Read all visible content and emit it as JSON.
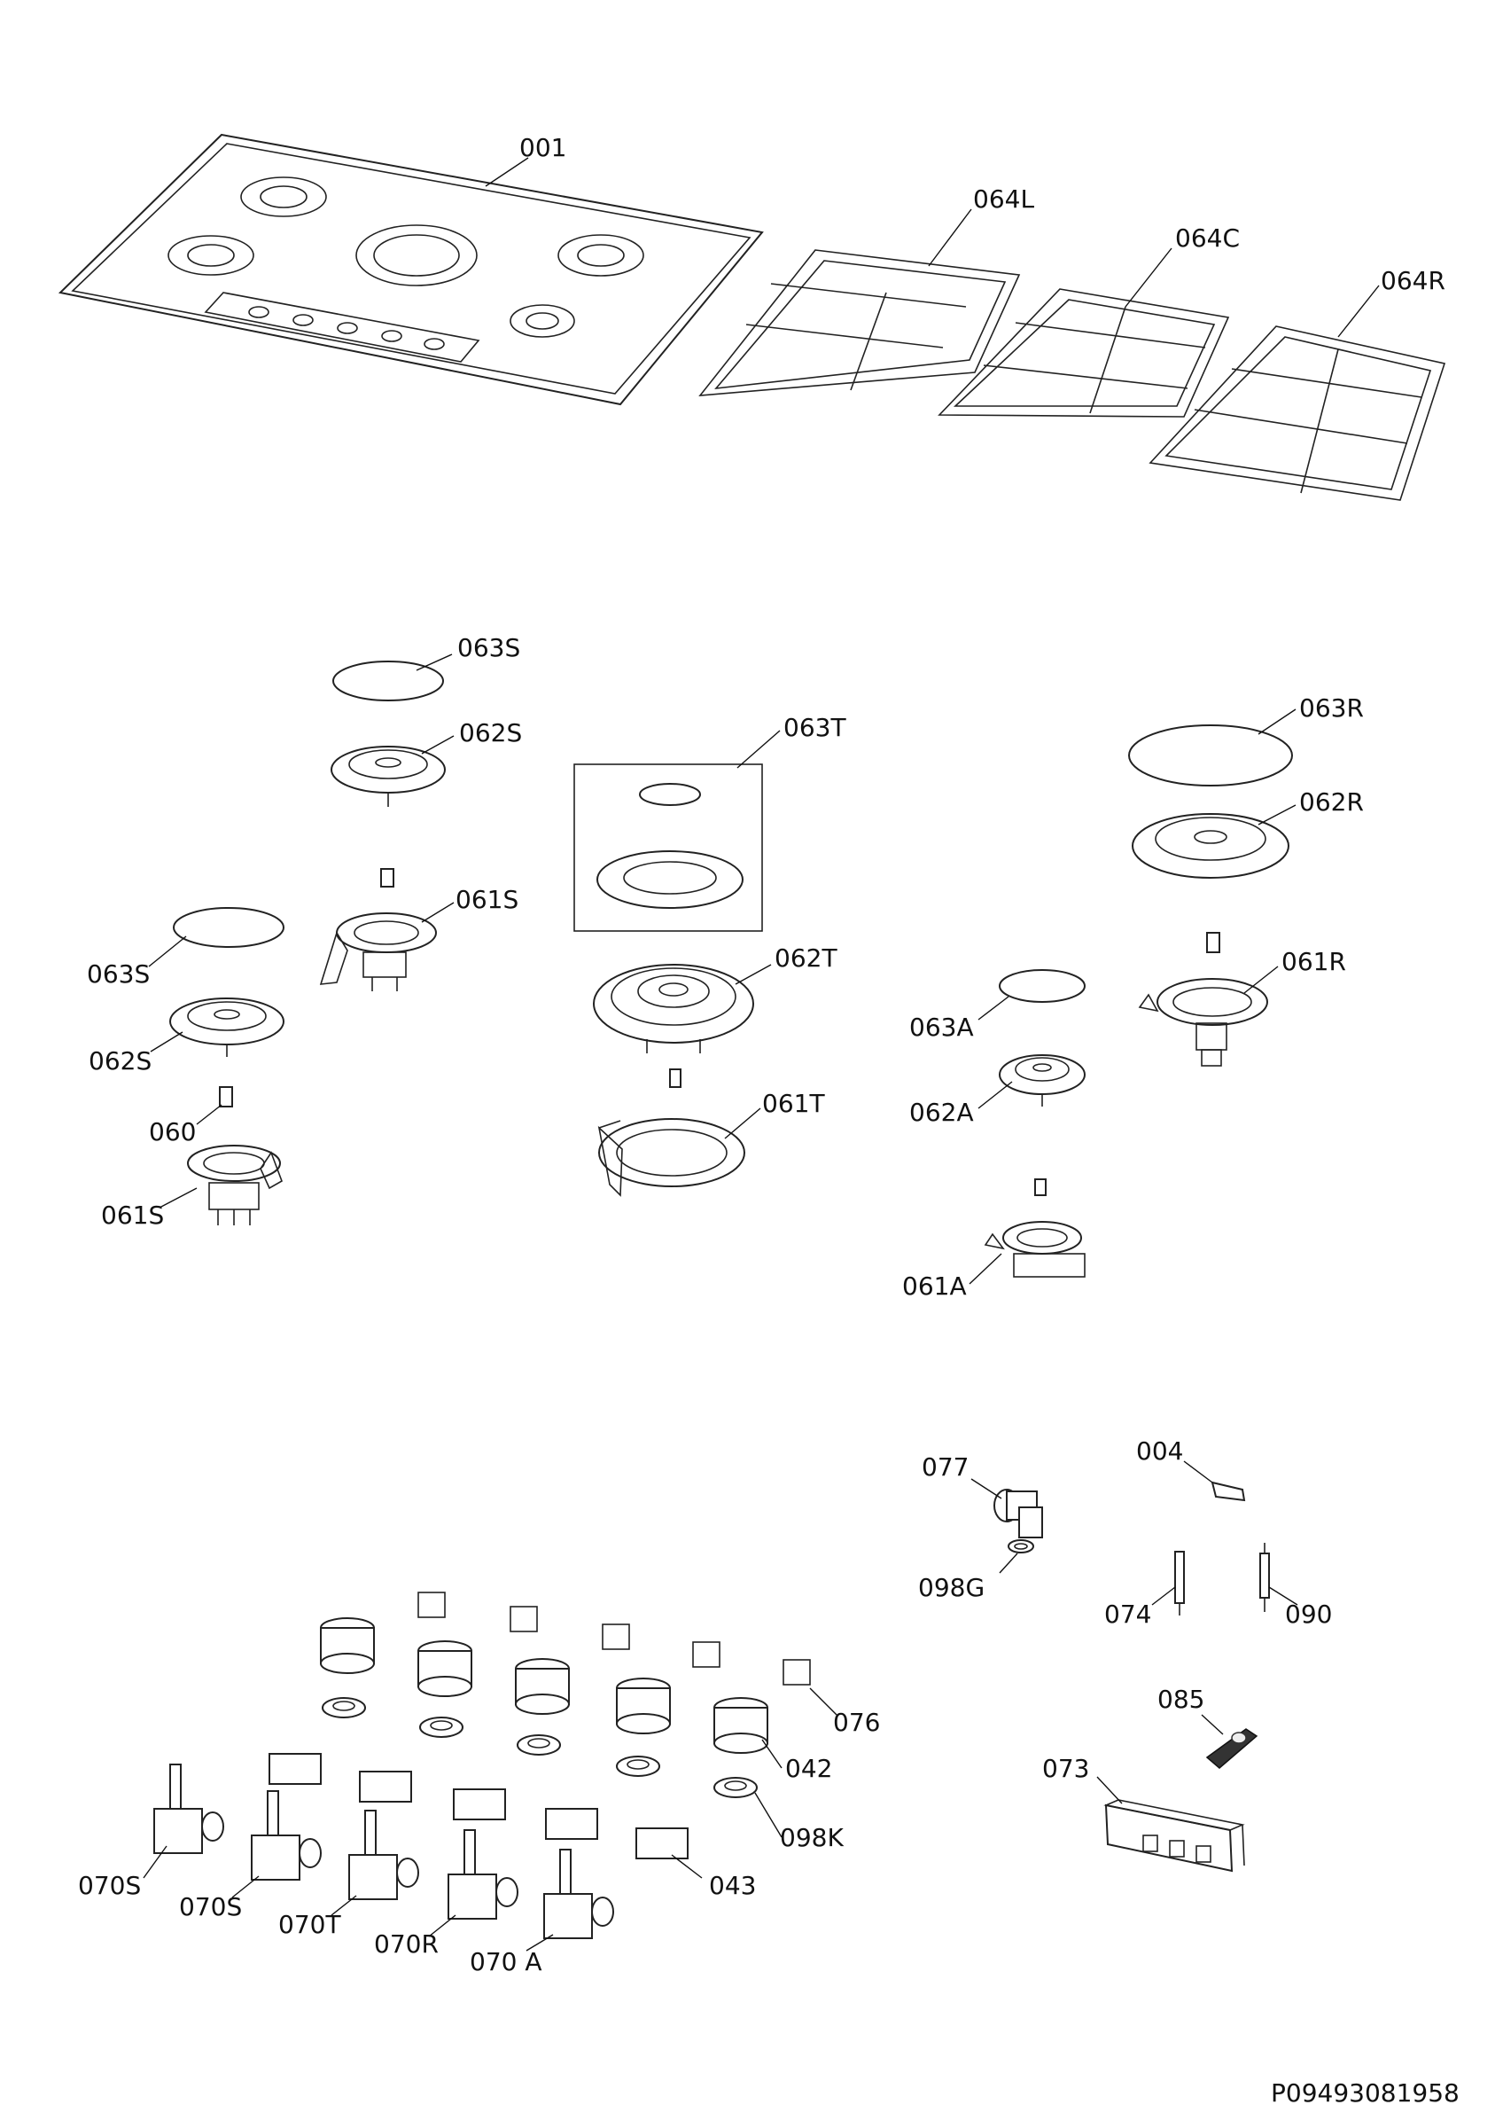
{
  "document_code": "P09493081958",
  "labels": {
    "hob_001": "001",
    "grid_left": "064L",
    "grid_center": "064C",
    "grid_right": "064R",
    "cap_s_top": "063S",
    "head_s_top": "062S",
    "cap_t": "063T",
    "cap_r": "063R",
    "head_r": "062R",
    "base_s_top": "061S",
    "cap_s_left": "063S",
    "head_t": "062T",
    "base_r": "061R",
    "cap_a": "063A",
    "head_s_left": "062S",
    "injector": "060",
    "base_t": "061T",
    "head_a": "062A",
    "base_s_left": "061S",
    "base_a": "061A",
    "elbow": "077",
    "clip": "004",
    "elbow_seal": "098G",
    "thermocouple": "074",
    "plug": "090",
    "switch_clip": "076",
    "knob": "042",
    "holder": "085",
    "generator": "073",
    "knob_seal": "098K",
    "switch": "043",
    "tap_s1": "070S",
    "tap_s2": "070S",
    "tap_t": "070T",
    "tap_r": "070R",
    "tap_a": "070 A"
  }
}
